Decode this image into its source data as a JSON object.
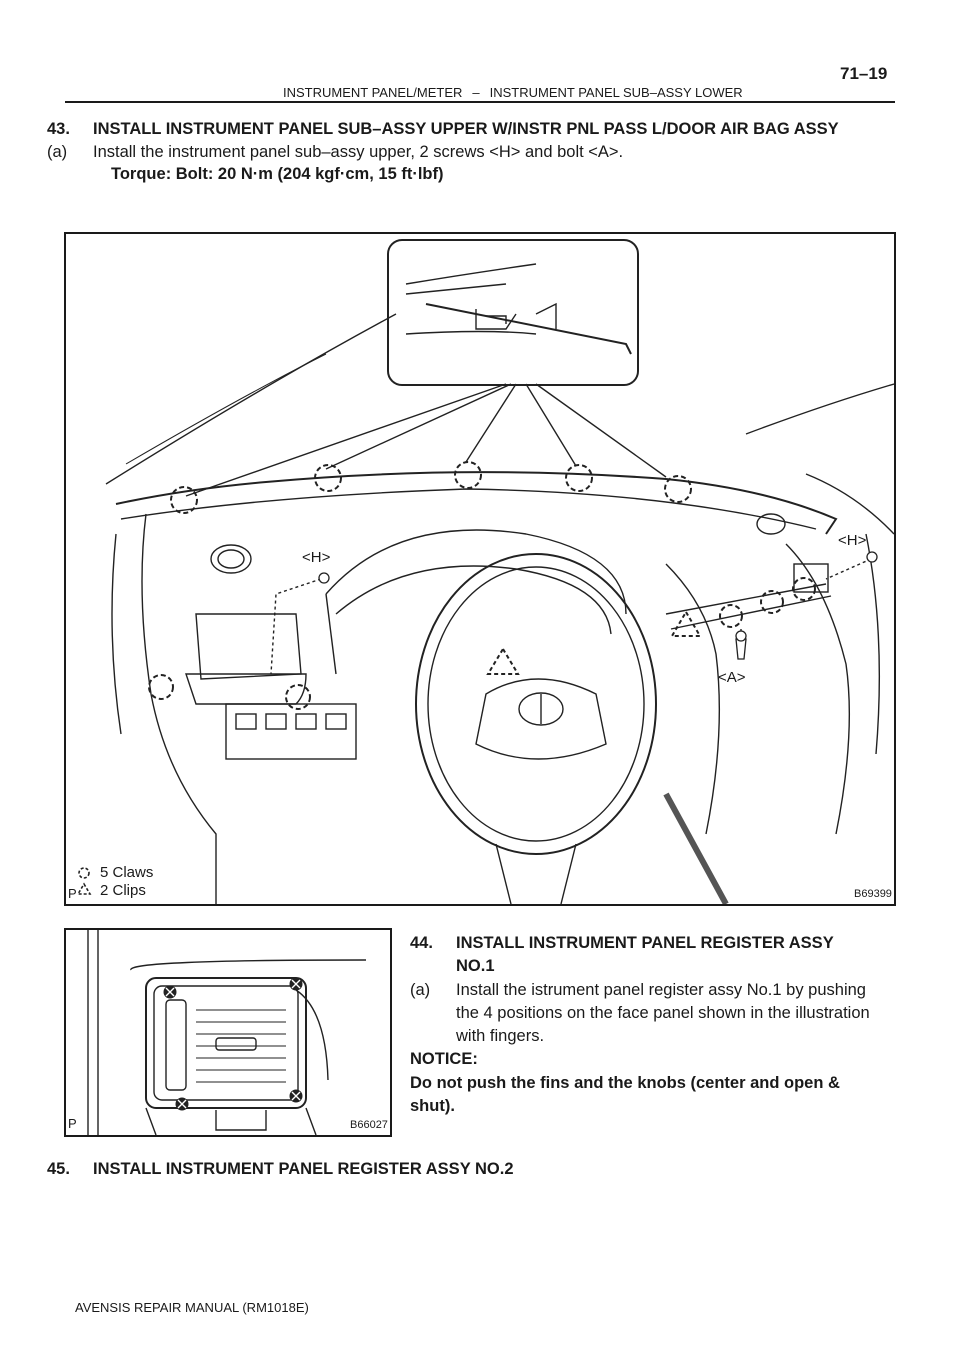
{
  "header": {
    "section": "INSTRUMENT PANEL/METER",
    "separator": "–",
    "subsection": "INSTRUMENT PANEL SUB–ASSY LOWER",
    "page_number": "71–19"
  },
  "step43": {
    "number": "43.",
    "title": "INSTALL INSTRUMENT PANEL SUB–ASSY UPPER W/INSTR PNL PASS L/DOOR AIR BAG ASSY",
    "sub_a_label": "(a)",
    "sub_a_text": "Install the instrument panel sub–assy upper, 2 screws <H> and bolt <A>.",
    "torque": "Torque: Bolt: 20 N·m (204 kgf·cm, 15 ft·lbf)"
  },
  "figure1": {
    "label_h_left": "<H>",
    "label_h_right": "<H>",
    "label_a": "<A>",
    "legend_claws": "5 Claws",
    "legend_clips": "2 Clips",
    "corner_mark": "P",
    "code": "B69399"
  },
  "step44": {
    "number": "44.",
    "title_line1": "INSTALL INSTRUMENT PANEL REGISTER ASSY",
    "title_line2": "NO.1",
    "sub_a_label": "(a)",
    "sub_a_line1": "Install the istrument panel register assy No.1 by pushing",
    "sub_a_line2": "the 4 positions on the face panel shown in the illustration",
    "sub_a_line3": "with fingers.",
    "notice_label": "NOTICE:",
    "notice_line1": "Do not push the fins and the knobs (center and open &",
    "notice_line2": "shut)."
  },
  "figure2": {
    "corner_mark": "P",
    "code": "B66027"
  },
  "step45": {
    "number": "45.",
    "title": "INSTALL INSTRUMENT PANEL REGISTER ASSY NO.2"
  },
  "footer": {
    "manual": "AVENSIS REPAIR MANUAL   (RM1018E)"
  }
}
